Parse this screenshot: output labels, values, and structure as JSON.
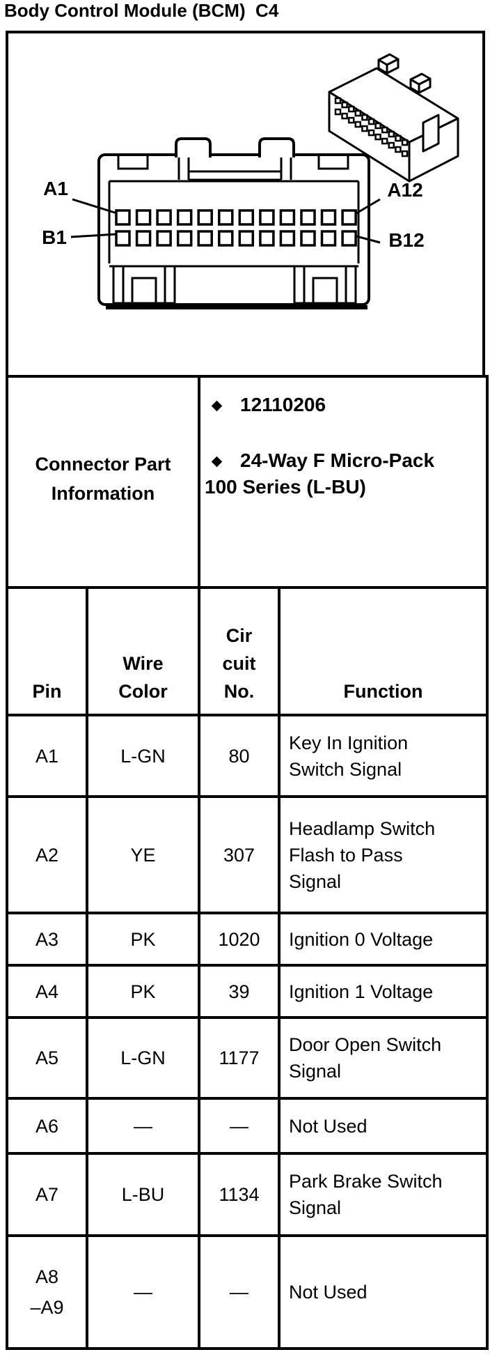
{
  "title": "Body Control Module (BCM)  C4",
  "figure": {
    "labels": {
      "a1": "A1",
      "a12": "A12",
      "b1": "B1",
      "b12": "B12"
    }
  },
  "cpi": {
    "label": "Connector Part\nInformation",
    "items": [
      "12110206",
      "24-Way F Micro-Pack\n100 Series (L-BU)"
    ]
  },
  "headers": [
    "Pin",
    "Wire\nColor",
    "Cir\ncuit\nNo.",
    "Function"
  ],
  "rows": [
    {
      "pin": "A1",
      "color": "L-GN",
      "circuit": "80",
      "function": "Key In Ignition\nSwitch Signal"
    },
    {
      "pin": "A2",
      "color": "YE",
      "circuit": "307",
      "function": "Headlamp Switch\nFlash to Pass\nSignal"
    },
    {
      "pin": "A3",
      "color": "PK",
      "circuit": "1020",
      "function": "Ignition 0 Voltage"
    },
    {
      "pin": "A4",
      "color": "PK",
      "circuit": "39",
      "function": "Ignition 1 Voltage"
    },
    {
      "pin": "A5",
      "color": "L-GN",
      "circuit": "1177",
      "function": "Door Open Switch\nSignal"
    },
    {
      "pin": "A6",
      "color": "—",
      "circuit": "—",
      "function": "Not Used"
    },
    {
      "pin": "A7",
      "color": "L-BU",
      "circuit": "1134",
      "function": "Park Brake Switch\nSignal"
    },
    {
      "pin": "A8\n–A9",
      "color": "—",
      "circuit": "—",
      "function": "Not Used"
    }
  ],
  "colors": {
    "ink": "#000000",
    "paper": "#ffffff"
  }
}
